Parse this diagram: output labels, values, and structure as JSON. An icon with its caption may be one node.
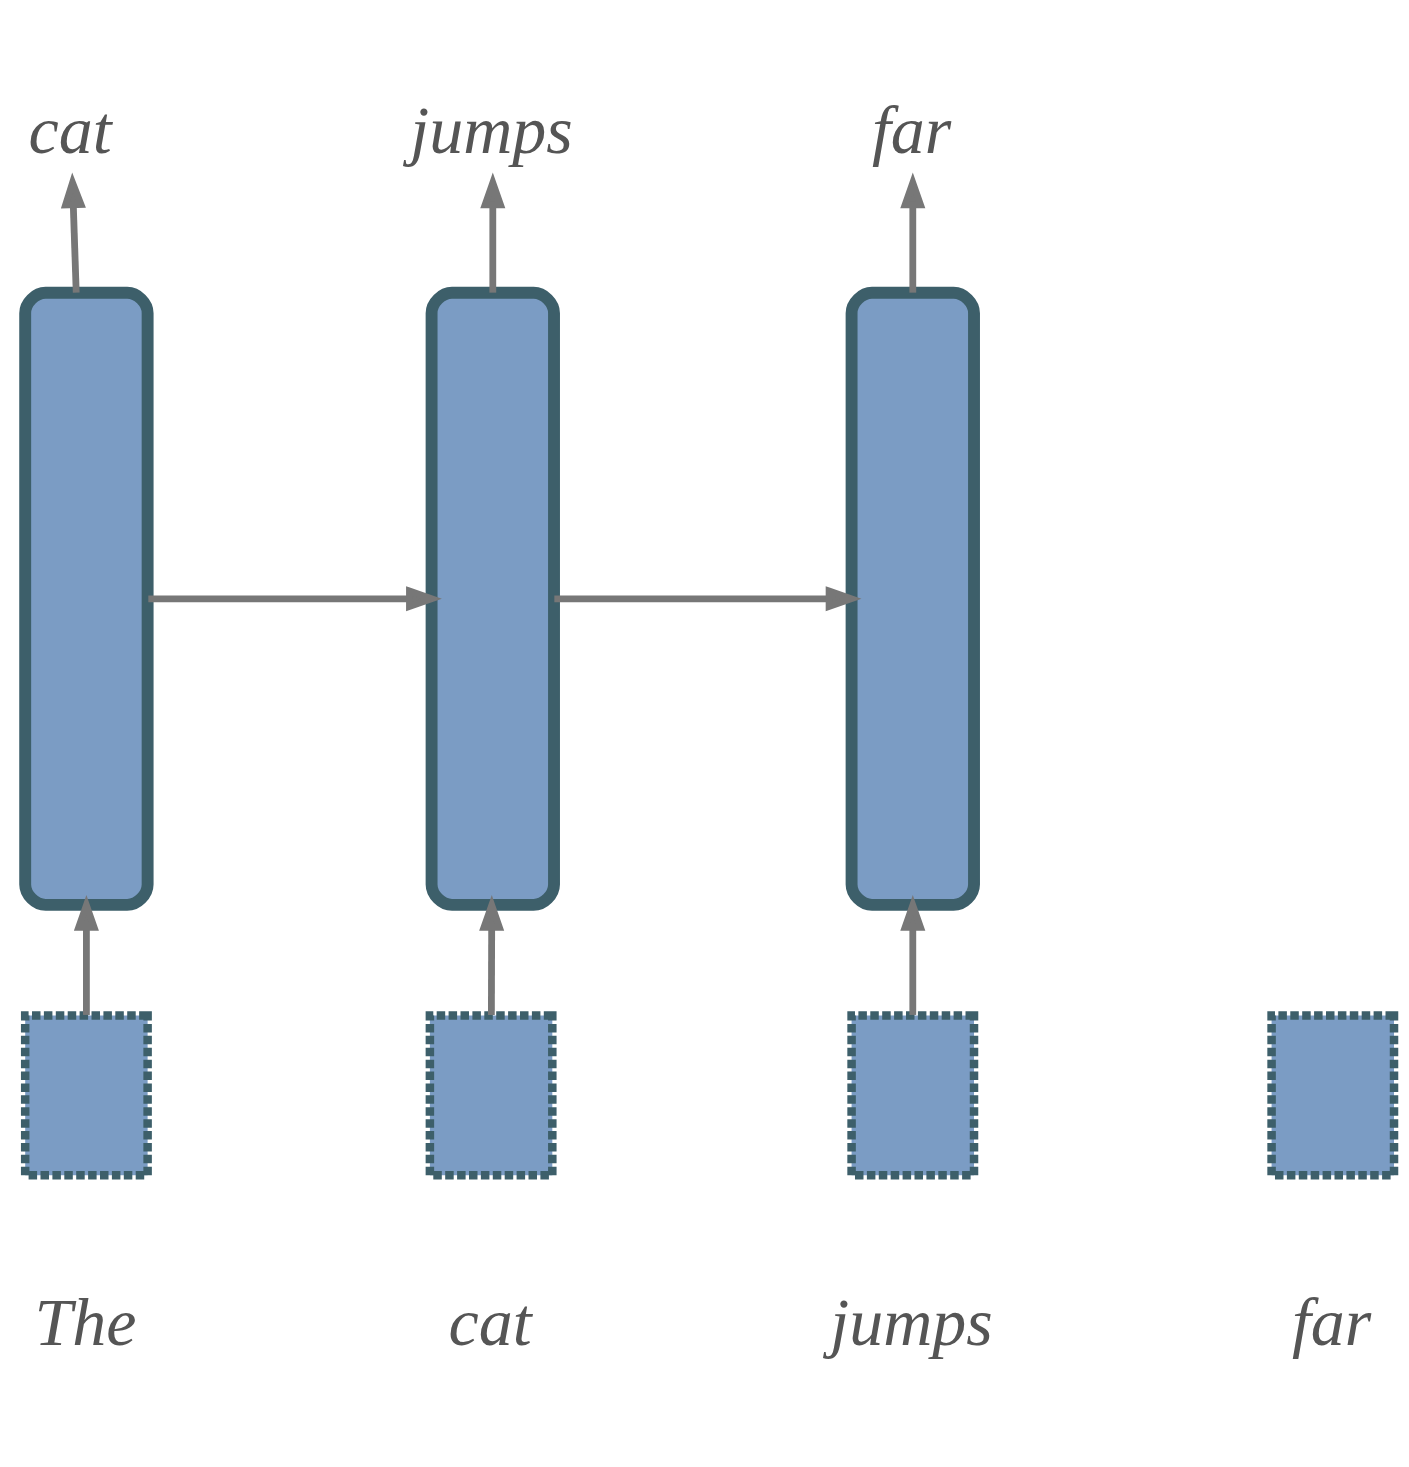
{
  "diagram": {
    "nodes": [
      {
        "text": [
          "cat"
        ]
      },
      {
        "text": [
          "jumps"
        ]
      },
      {
        "text": [
          "far"
        ]
      },
      {
        "text": [],
        "shape": "bar"
      },
      {
        "text": [],
        "shape": "bar"
      },
      {
        "text": [],
        "shape": "bar"
      },
      {
        "text": [],
        "shape": "box",
        "beside": [
          "The"
        ]
      },
      {
        "text": [],
        "shape": "box",
        "beside": [
          "cat"
        ]
      },
      {
        "text": [],
        "shape": "box",
        "beside": [
          "jumps"
        ]
      },
      {
        "text": [],
        "shape": "box",
        "beside": [
          "far"
        ]
      }
    ],
    "edges": [
      {
        "from": 3,
        "to": 0,
        "arrow": "to"
      },
      {
        "from": 4,
        "to": 1,
        "arrow": "to"
      },
      {
        "from": 5,
        "to": 2,
        "arrow": "to"
      },
      {
        "from": 3,
        "to": 4,
        "arrow": "to"
      },
      {
        "from": 4,
        "to": 5,
        "arrow": "to"
      },
      {
        "from": 6,
        "to": 3,
        "arrow": "to"
      },
      {
        "from": 7,
        "to": 4,
        "arrow": "to"
      },
      {
        "from": 8,
        "to": 5,
        "arrow": "to"
      }
    ]
  }
}
